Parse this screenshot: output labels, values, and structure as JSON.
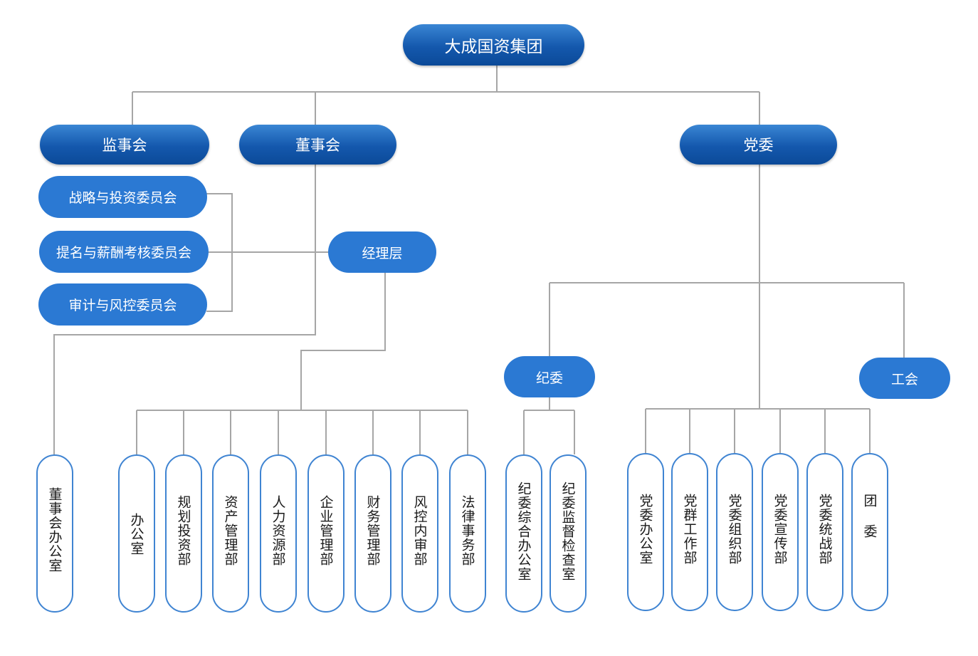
{
  "root": "大成国资集团",
  "top": {
    "supervisory": "监事会",
    "board": "董事会",
    "party": "党委"
  },
  "committees": [
    "战略与投资委员会",
    "提名与薪酬考核委员会",
    "审计与风控委员会"
  ],
  "management": "经理层",
  "discipline": "纪委",
  "union": "工会",
  "departments": {
    "board_office": "董事会办公室",
    "management_depts": [
      "办公室",
      "规划投资部",
      "资产管理部",
      "人力资源部",
      "企业管理部",
      "财务管理部",
      "风控内审部",
      "法律事务部"
    ],
    "discipline_depts": [
      "纪委综合办公室",
      "纪委监督检查室"
    ],
    "party_depts": [
      "党委办公室",
      "党群工作部",
      "党委组织部",
      "党委宣传部",
      "党委统战部",
      "团 委"
    ]
  },
  "colors": {
    "dark_node": "#0b4a98",
    "mid_node": "#2b79d3",
    "leaf_border": "#3f84d2",
    "connector": "#a6a6a6"
  }
}
